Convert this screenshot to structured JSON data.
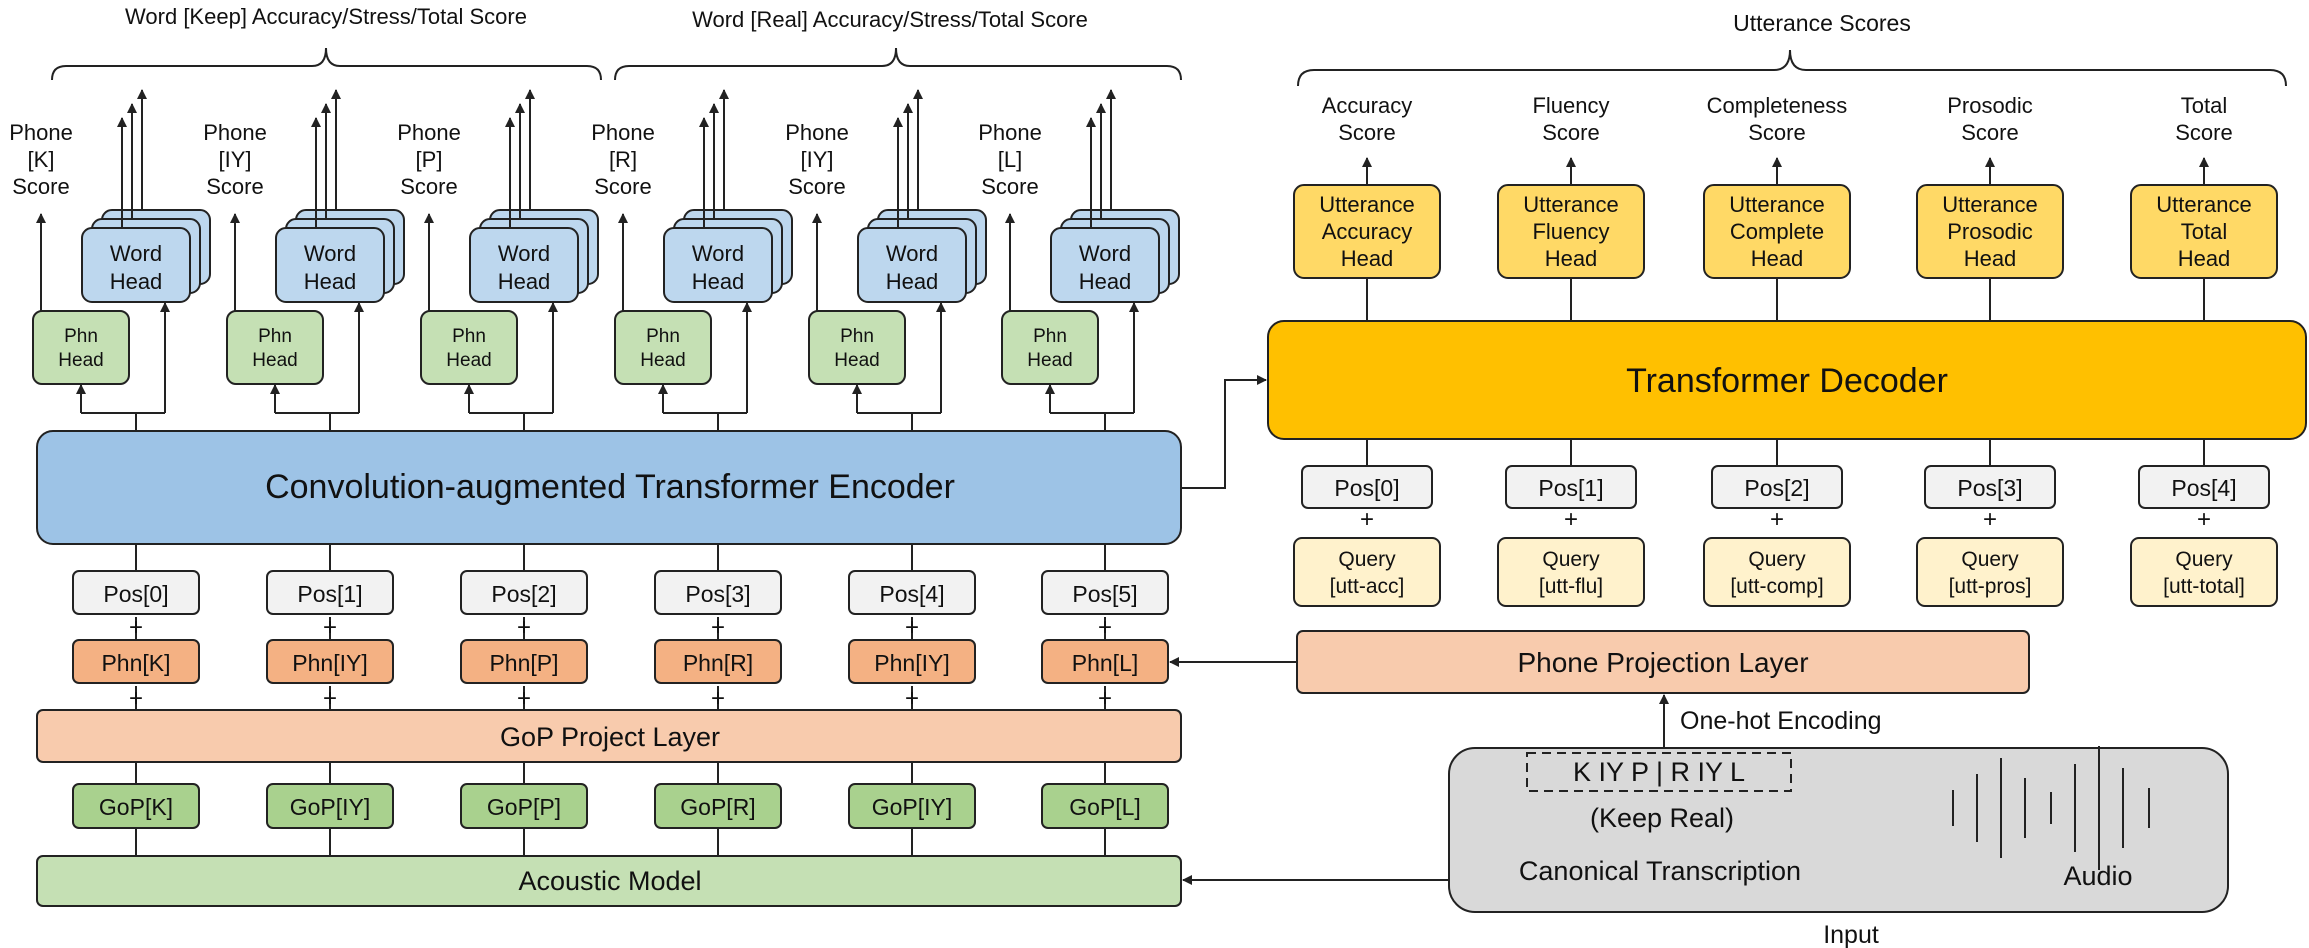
{
  "colors": {
    "encoder": "#9dc3e6",
    "word_head": "#bdd7ee",
    "phn_head": "#c5e0b4",
    "phone_token": "#f4b183",
    "projection": "#f8cbad",
    "pos": "#f2f2f2",
    "gop": "#a9d18e",
    "acoustic": "#c5e0b4",
    "decoder": "#ffc000",
    "utt_head": "#ffd966",
    "query": "#fff2cc",
    "input_panel": "#d9d9d9"
  },
  "top_labels": {
    "word_keep": "Word [Keep] Accuracy/Stress/Total Score",
    "word_real": "Word [Real] Accuracy/Stress/Total Score",
    "utterance": "Utterance Scores"
  },
  "phone_scores": [
    [
      "Phone",
      "[K]",
      "Score"
    ],
    [
      "Phone",
      "[IY]",
      "Score"
    ],
    [
      "Phone",
      "[P]",
      "Score"
    ],
    [
      "Phone",
      "[R]",
      "Score"
    ],
    [
      "Phone",
      "[IY]",
      "Score"
    ],
    [
      "Phone",
      "[L]",
      "Score"
    ]
  ],
  "word_head_label": [
    "Word",
    "Head"
  ],
  "phn_head_label": [
    "Phn",
    "Head"
  ],
  "encoder_label": "Convolution-augmented Transformer Encoder",
  "encoder_pos": [
    "Pos[0]",
    "Pos[1]",
    "Pos[2]",
    "Pos[3]",
    "Pos[4]",
    "Pos[5]"
  ],
  "phone_tokens": [
    "Phn[K]",
    "Phn[IY]",
    "Phn[P]",
    "Phn[R]",
    "Phn[IY]",
    "Phn[L]"
  ],
  "gop_project_label": "GoP Project Layer",
  "gop_features": [
    "GoP[K]",
    "GoP[IY]",
    "GoP[P]",
    "GoP[R]",
    "GoP[IY]",
    "GoP[L]"
  ],
  "acoustic_label": "Acoustic Model",
  "plus": "+",
  "utterance_scores": [
    [
      "Accuracy",
      "Score"
    ],
    [
      "Fluency",
      "Score"
    ],
    [
      "Completeness",
      "Score"
    ],
    [
      "Prosodic",
      "Score"
    ],
    [
      "Total",
      "Score"
    ]
  ],
  "utterance_heads": [
    [
      "Utterance",
      "Accuracy",
      "Head"
    ],
    [
      "Utterance",
      "Fluency",
      "Head"
    ],
    [
      "Utterance",
      "Complete",
      "Head"
    ],
    [
      "Utterance",
      "Prosodic",
      "Head"
    ],
    [
      "Utterance",
      "Total",
      "Head"
    ]
  ],
  "decoder_label": "Transformer Decoder",
  "decoder_pos": [
    "Pos[0]",
    "Pos[1]",
    "Pos[2]",
    "Pos[3]",
    "Pos[4]"
  ],
  "queries": [
    [
      "Query",
      "[utt-acc]"
    ],
    [
      "Query",
      "[utt-flu]"
    ],
    [
      "Query",
      "[utt-comp]"
    ],
    [
      "Query",
      "[utt-pros]"
    ],
    [
      "Query",
      "[utt-total]"
    ]
  ],
  "phone_projection_label": "Phone Projection Layer",
  "onehot_label": "One-hot Encoding",
  "input": {
    "transcription": "K IY P | R IY L",
    "words": "(Keep Real)",
    "canonical_label": "Canonical Transcription",
    "audio_label": "Audio",
    "caption": "Input"
  }
}
